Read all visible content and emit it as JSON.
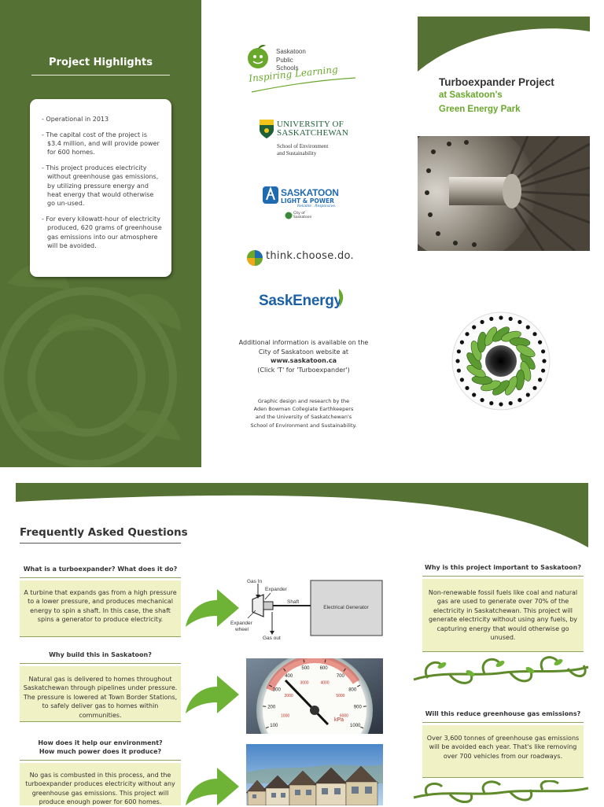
{
  "highlights": {
    "title": "Project Highlights",
    "items": [
      "- Operational in 2013",
      "- The capital cost of the project is $3.4 million, and will provide power for 600 homes.",
      "- This project produces electricity without greenhouse gas emissions, by utilizing pressure energy and heat energy that would otherwise go un-used.",
      "- For every kilowatt-hour of electricity produced, 620 grams of greenhouse gas emissions into our atmosphere will be avoided."
    ]
  },
  "logos": {
    "sps_line1": "Saskatoon",
    "sps_line2": "Public",
    "sps_line3": "Schools",
    "sps_tagline": "Inspiring Learning",
    "usask_line1": "UNIVERSITY OF",
    "usask_line2": "SASKATCHEWAN",
    "usask_sub1": "School of Environment",
    "usask_sub2": "and Sustainability",
    "slp_line1": "SASKATOON",
    "slp_line2": "LIGHT & POWER",
    "slp_tagline": "Reliable . Responsive.",
    "slp_city1": "City of",
    "slp_city2": "Saskatoon",
    "think": "think.choose.do.",
    "saskenergy": "SaskEnergy"
  },
  "info": {
    "line1": "Additional information is available on the",
    "line2": "City of Saskatoon website at",
    "website": "www.saskatoon.ca",
    "line4": "(Click 'T' for 'Turboexpander')"
  },
  "credit": {
    "line1": "Graphic design and research by the",
    "line2": "Aden Bowman Collegiate Earthkeepers",
    "line3": "and the University of Saskatchewan's",
    "line4": "School of Environment and Sustainability."
  },
  "project": {
    "title": "Turboexpander Project",
    "sub1": "at Saskatoon's",
    "sub2": "Green Energy Park"
  },
  "faq": {
    "title": "Frequently Asked Questions",
    "q1": "What is a turboexpander? What does it do?",
    "a1": "A turbine that expands gas from a high pressure to a lower pressure, and produces mechanical energy to spin a shaft. In this case, the shaft spins a generator to produce electricity.",
    "q2": "Why build this in Saskatoon?",
    "a2": "Natural gas is delivered to homes throughout Saskatchewan through pipelines under pressure. The pressure is lowered at Town Border Stations, to safely deliver gas to homes within communities.",
    "q3_line1": "How does it help our environment?",
    "q3_line2": "How much power does it produce?",
    "a3": "No gas is combusted in this process, and the turboexpander produces electricity without any greenhouse gas emissions.  This project will produce enough power for 600 homes.",
    "q4": "Why is this project important to Saskatoon?",
    "a4": "Non-renewable fossil fuels like coal and natural gas are used to generate over 70% of the electricity in Saskatchewan. This project will generate electricity without using any fuels, by capturing energy that would otherwise go unused.",
    "q5": "Will this reduce greenhouse gas emissions?",
    "a5": "Over 3,600 tonnes of greenhouse gas emissions will be avoided each year. That's like removing over 700 vehicles from our roadways."
  },
  "diagram": {
    "gas_in": "Gas In",
    "expander": "Expander",
    "shaft": "Shaft",
    "generator": "Electrical Generator",
    "expander_wheel_1": "Expander",
    "expander_wheel_2": "wheel",
    "gas_out": "Gas out"
  },
  "gauge": {
    "ticks": [
      "100",
      "200",
      "300",
      "400",
      "500",
      "600",
      "700",
      "800",
      "900",
      "1000"
    ],
    "inner_ticks": [
      "1000",
      "2000",
      "3000",
      "4000",
      "5000",
      "6000"
    ],
    "unit": "kPa"
  },
  "colors": {
    "dark_green": "#557133",
    "leaf_green": "#6aa82c",
    "answer_bg": "#f0f1c4"
  },
  "icons": {
    "arrow": "green-arrow-icon",
    "vine": "vine-ornament-icon"
  }
}
